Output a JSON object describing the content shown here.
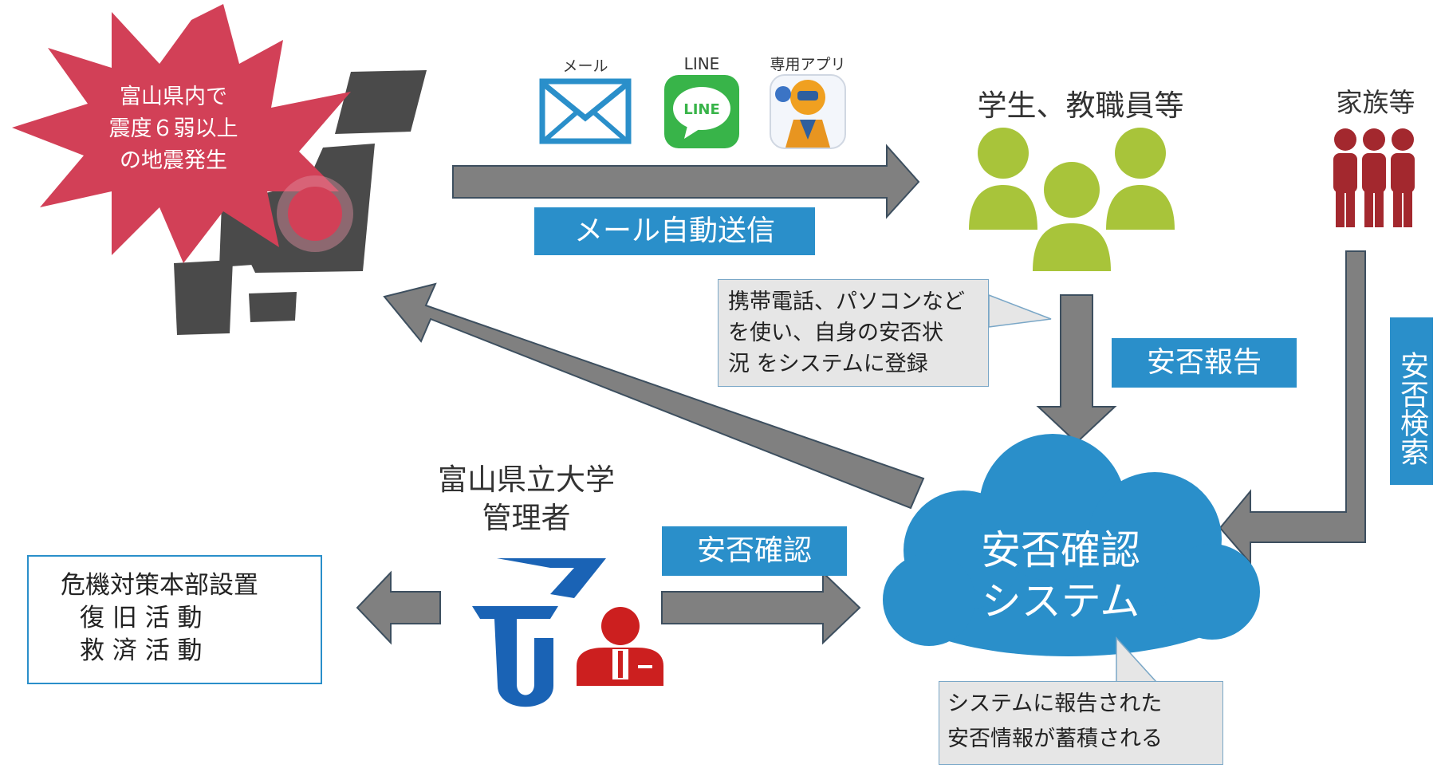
{
  "earthquake": {
    "lines": [
      "富山県内で",
      "震度６弱以上",
      "の地震発生"
    ]
  },
  "channels": {
    "mail": "メール",
    "line": "LINE",
    "app": "専用アプリ",
    "line_icon_text": "LINE"
  },
  "auto_send": "メール自動送信",
  "students": "学生、教職員等",
  "family": "家族等",
  "callout_top": {
    "lines": [
      "携帯電話、パソコンなど",
      "を使い、自身の安否状",
      "況 をシステムに登録"
    ]
  },
  "report": "安否報告",
  "search": "安否検索",
  "admin": {
    "line1": "富山県立大学",
    "line2": "管理者"
  },
  "confirm": "安否確認",
  "system": {
    "line1": "安否確認",
    "line2": "システム"
  },
  "hq": {
    "line1": "危機対策本部設置",
    "line2": "復 旧 活 動",
    "line3": "救 済 活 動"
  },
  "callout_bottom": {
    "lines": [
      "システムに報告された",
      "安否情報が蓄積される"
    ]
  },
  "colors": {
    "accent_blue": "#2a8fca",
    "arrow_gray": "#808080",
    "quake_red": "#d24057",
    "people_green": "#a8c43a",
    "family_red": "#a3282e",
    "dark_gray": "#4a4a4a"
  }
}
